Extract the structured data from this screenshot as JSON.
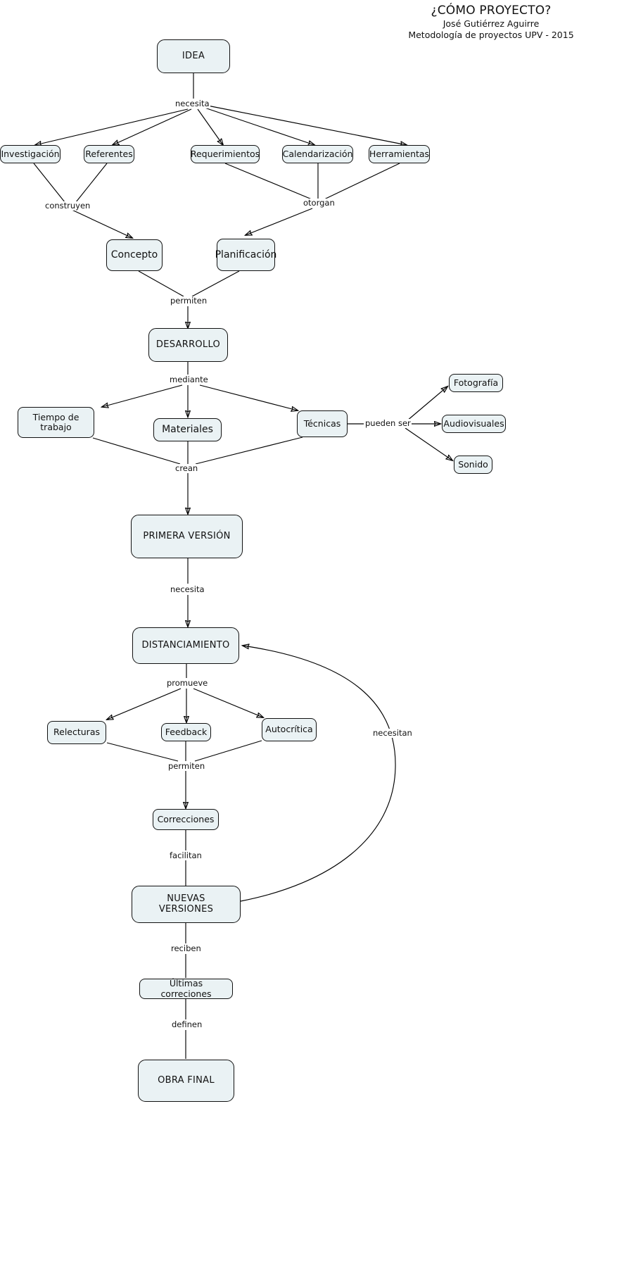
{
  "header": {
    "title": "¿CÓMO PROYECTO?",
    "author": "José Gutiérrez Aguirre",
    "course": "Metodología de proyectos UPV - 2015"
  },
  "chart_data": {
    "type": "diagram",
    "diagram_kind": "concept-map",
    "title": "¿CÓMO PROYECTO?",
    "nodes": [
      {
        "id": "idea",
        "label": "IDEA"
      },
      {
        "id": "investigacion",
        "label": "Investigación"
      },
      {
        "id": "referentes",
        "label": "Referentes"
      },
      {
        "id": "requerimientos",
        "label": "Requerimientos"
      },
      {
        "id": "calendarizacion",
        "label": "Calendarización"
      },
      {
        "id": "herramientas",
        "label": "Herramientas"
      },
      {
        "id": "concepto",
        "label": "Concepto"
      },
      {
        "id": "planificacion",
        "label": "Planificación"
      },
      {
        "id": "desarrollo",
        "label": "DESARROLLO"
      },
      {
        "id": "tiempo",
        "label": "Tiempo de trabajo"
      },
      {
        "id": "materiales",
        "label": "Materiales"
      },
      {
        "id": "tecnicas",
        "label": "Técnicas"
      },
      {
        "id": "fotografia",
        "label": "Fotografía"
      },
      {
        "id": "audiovisuales",
        "label": "Audiovisuales"
      },
      {
        "id": "sonido",
        "label": "Sonido"
      },
      {
        "id": "primera",
        "label": "PRIMERA VERSIÓN"
      },
      {
        "id": "distanciamiento",
        "label": "DISTANCIAMIENTO"
      },
      {
        "id": "relecturas",
        "label": "Relecturas"
      },
      {
        "id": "feedback",
        "label": "Feedback"
      },
      {
        "id": "autocritica",
        "label": "Autocrítica"
      },
      {
        "id": "correcciones",
        "label": "Correcciones"
      },
      {
        "id": "nuevas",
        "label": "NUEVAS VERSIONES"
      },
      {
        "id": "ultimas",
        "label": "Últimas correciones"
      },
      {
        "id": "obra",
        "label": "OBRA FINAL"
      }
    ],
    "edge_labels": [
      {
        "id": "necesita1",
        "label": "necesita",
        "from": "idea",
        "to": [
          "investigacion",
          "referentes",
          "requerimientos",
          "calendarizacion",
          "herramientas"
        ]
      },
      {
        "id": "construyen",
        "label": "construyen",
        "from": [
          "investigacion",
          "referentes"
        ],
        "to": [
          "concepto"
        ]
      },
      {
        "id": "otorgan",
        "label": "otorgan",
        "from": [
          "requerimientos",
          "calendarizacion",
          "herramientas"
        ],
        "to": [
          "planificacion"
        ]
      },
      {
        "id": "permiten1",
        "label": "permiten",
        "from": [
          "concepto",
          "planificacion"
        ],
        "to": [
          "desarrollo"
        ]
      },
      {
        "id": "mediante",
        "label": "mediante",
        "from": [
          "desarrollo"
        ],
        "to": [
          "tiempo",
          "materiales",
          "tecnicas"
        ]
      },
      {
        "id": "puedenser",
        "label": "pueden ser",
        "from": [
          "tecnicas"
        ],
        "to": [
          "fotografia",
          "audiovisuales",
          "sonido"
        ]
      },
      {
        "id": "crean",
        "label": "crean",
        "from": [
          "tiempo",
          "materiales",
          "tecnicas"
        ],
        "to": [
          "primera"
        ]
      },
      {
        "id": "necesita2",
        "label": "necesita",
        "from": [
          "primera"
        ],
        "to": [
          "distanciamiento"
        ]
      },
      {
        "id": "promueve",
        "label": "promueve",
        "from": [
          "distanciamiento"
        ],
        "to": [
          "relecturas",
          "feedback",
          "autocritica"
        ]
      },
      {
        "id": "permiten2",
        "label": "permiten",
        "from": [
          "relecturas",
          "feedback",
          "autocritica"
        ],
        "to": [
          "correcciones"
        ]
      },
      {
        "id": "facilitan",
        "label": "facilitan",
        "from": [
          "correcciones"
        ],
        "to": [
          "nuevas"
        ]
      },
      {
        "id": "necesitan",
        "label": "necesitan",
        "from": [
          "nuevas"
        ],
        "to": [
          "distanciamiento"
        ]
      },
      {
        "id": "reciben",
        "label": "reciben",
        "from": [
          "nuevas"
        ],
        "to": [
          "ultimas"
        ]
      },
      {
        "id": "definen",
        "label": "definen",
        "from": [
          "ultimas"
        ],
        "to": [
          "obra"
        ]
      }
    ],
    "colors": {
      "node_fill": "#eaf2f4",
      "node_border": "#111111",
      "edge": "#000000",
      "text": "#111111",
      "background": "#ffffff"
    }
  }
}
